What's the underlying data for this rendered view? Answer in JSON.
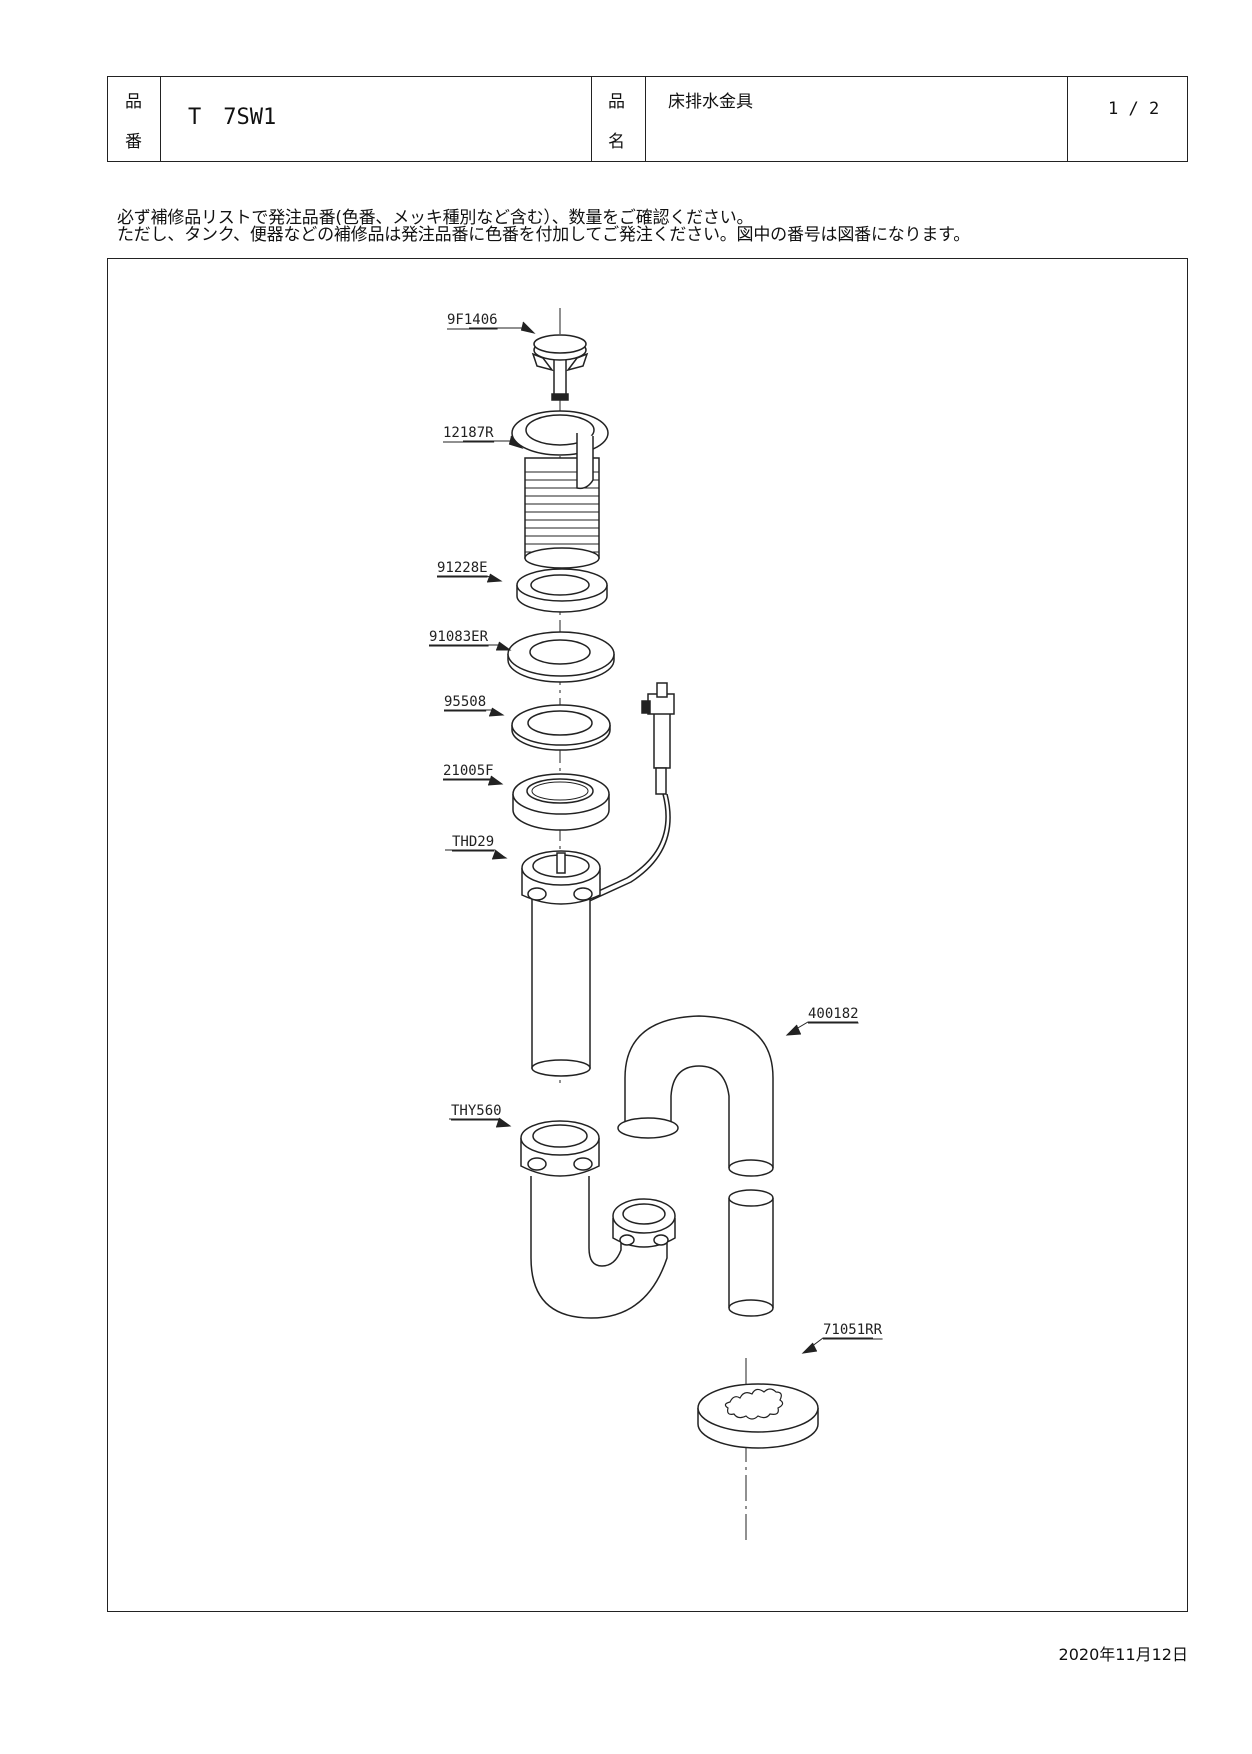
{
  "header": {
    "product_number_label": [
      "品",
      "番"
    ],
    "product_number_value": "T　7SW1",
    "product_name_label": [
      "品",
      "名"
    ],
    "product_name_value": "床排水金具",
    "page": "1 / 2"
  },
  "note": {
    "line1": "必ず補修品リストで発注品番(色番、メッキ種別など含む）、数量をご確認ください。",
    "line2": "ただし、タンク、便器などの補修品は発注品番に色番を付加してご発注ください。図中の番号は図番になります。"
  },
  "parts": [
    {
      "id": "9F1406"
    },
    {
      "id": "12187R"
    },
    {
      "id": "91228E"
    },
    {
      "id": "91083ER"
    },
    {
      "id": "95508"
    },
    {
      "id": "21005F"
    },
    {
      "id": "THD29"
    },
    {
      "id": "THY560"
    },
    {
      "id": "400182"
    },
    {
      "id": "71051RR"
    }
  ],
  "date": "2020年11月12日"
}
